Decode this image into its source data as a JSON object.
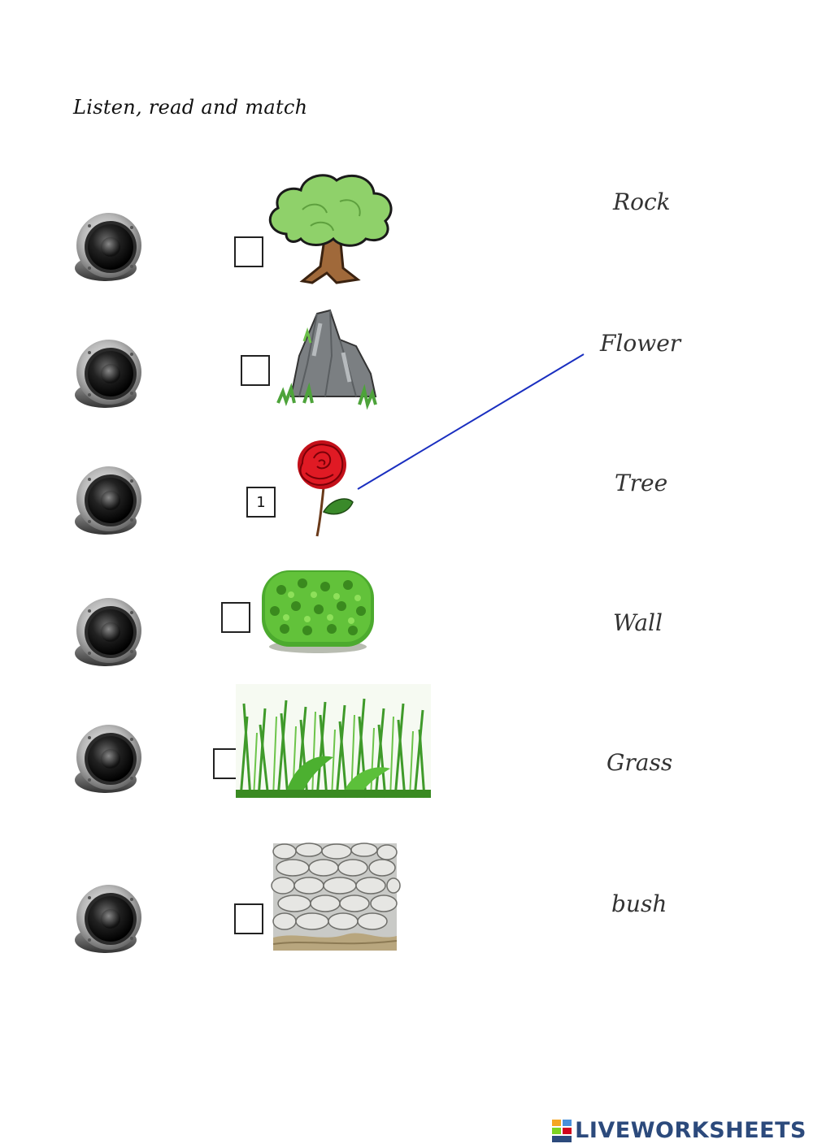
{
  "title": "Listen, read and match",
  "rows": [
    {
      "picture": "tree",
      "box_value": ""
    },
    {
      "picture": "rock",
      "box_value": ""
    },
    {
      "picture": "flower",
      "box_value": "1"
    },
    {
      "picture": "bush",
      "box_value": ""
    },
    {
      "picture": "grass",
      "box_value": ""
    },
    {
      "picture": "wall",
      "box_value": ""
    }
  ],
  "words": [
    "Rock",
    "Flower",
    "Tree",
    "Wall",
    "Grass",
    "bush"
  ],
  "icons": {
    "speaker": "speaker-icon"
  },
  "colors": {
    "match_line": "#1a2fc0",
    "brand": "#2c4a7c"
  },
  "brand": {
    "text": "LIVEWORKSHEETS"
  }
}
